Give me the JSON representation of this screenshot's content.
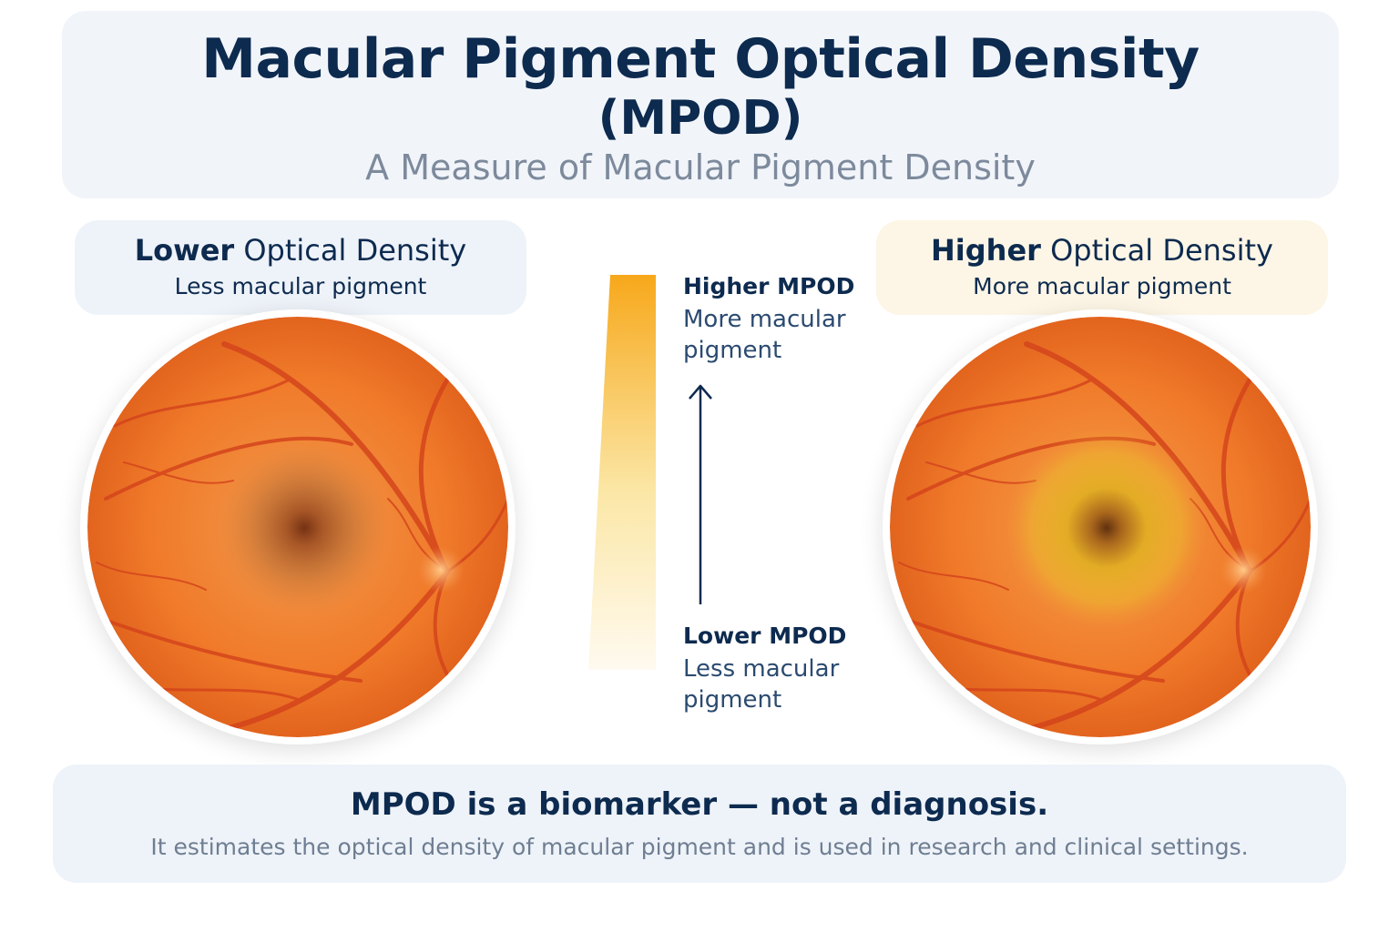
{
  "header": {
    "title_line1": "Macular Pigment Optical Density",
    "title_line2": "(MPOD)",
    "subtitle": "A Measure of Macular Pigment Density"
  },
  "left_panel": {
    "title_bold": "Lower",
    "title_rest": " Optical Density",
    "subtitle": "Less macular pigment",
    "image": "retina-fundus-low-pigment"
  },
  "right_panel": {
    "title_bold": "Higher",
    "title_rest": " Optical Density",
    "subtitle": "More macular pigment",
    "image": "retina-fundus-high-pigment"
  },
  "scale": {
    "top_label": "Higher MPOD",
    "top_desc": "More macular pigment",
    "bottom_label": "Lower MPOD",
    "bottom_desc": "Less macular pigment",
    "gradient_colors": [
      "#f7a81b",
      "#fbe7a6",
      "#fffaf0"
    ],
    "arrow_icon": "arrow-up-icon"
  },
  "footer": {
    "title": "MPOD is a biomarker — not a diagnosis.",
    "text": "It estimates the optical density of macular pigment and is used in research and clinical settings."
  },
  "colors": {
    "navy": "#0d2a4f",
    "retina_orange": "#f07a2a",
    "pigment_yellow": "#e8b820",
    "vessel_red": "#d4451c"
  }
}
